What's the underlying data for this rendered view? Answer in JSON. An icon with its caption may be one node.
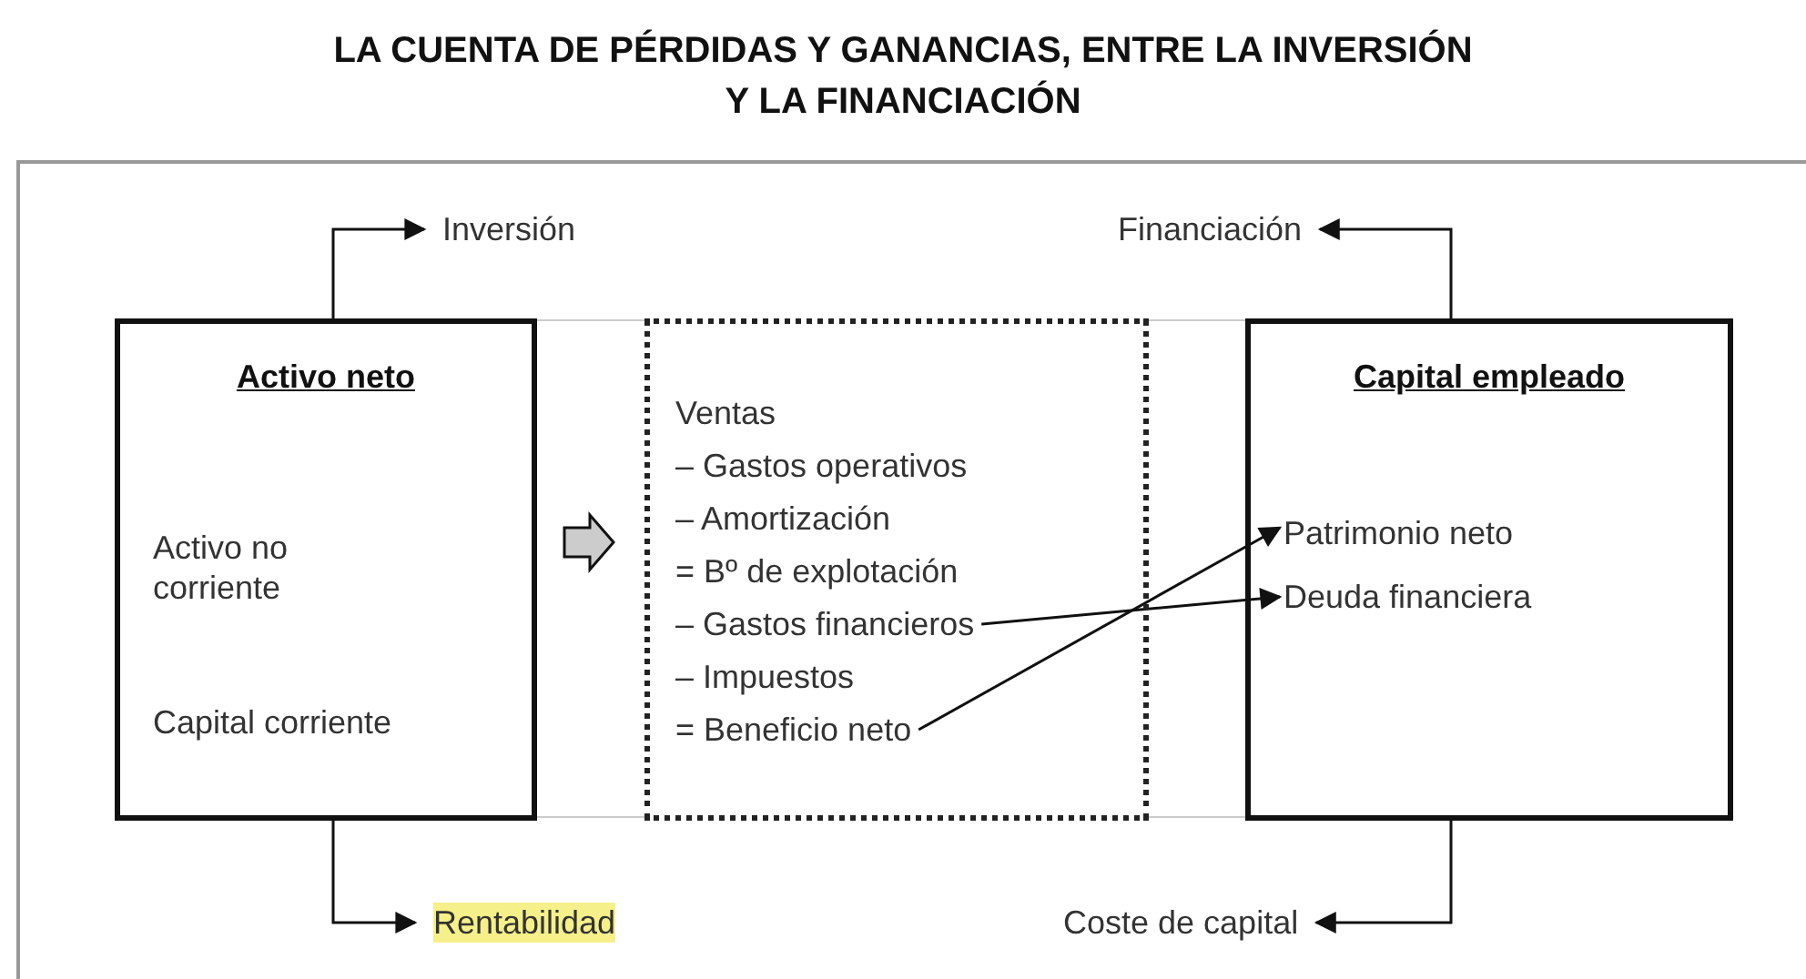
{
  "diagram": {
    "title": "LA CUENTA DE PÉRDIDAS Y GANANCIAS, ENTRE LA INVERSIÓN Y LA FINANCIACIÓN",
    "nodes": [
      {
        "text": [
          "Activo neto",
          "Activo no corriente",
          "Capital corriente"
        ]
      },
      {
        "text": [],
        "shape": "box"
      },
      {
        "text": [
          "Ventas"
        ],
        "in": 1
      },
      {
        "text": [
          "– Gastos operativos"
        ],
        "in": 1
      },
      {
        "text": [
          "– Amortización"
        ],
        "in": 1
      },
      {
        "text": [
          "= Bº de explotación"
        ],
        "in": 1
      },
      {
        "text": [
          "– Gastos financieros"
        ],
        "in": 1
      },
      {
        "text": [
          "– Impuestos"
        ],
        "in": 1
      },
      {
        "text": [
          "= Beneficio neto"
        ],
        "in": 1
      },
      {
        "text": [
          "Capital empleado"
        ]
      },
      {
        "text": [
          "Patrimonio neto"
        ],
        "in": 9
      },
      {
        "text": [
          "Deuda financiera"
        ],
        "in": 9
      },
      {
        "text": [
          "Inversión"
        ]
      },
      {
        "text": [
          "Financiación"
        ]
      },
      {
        "text": [
          "Rentabilidad"
        ]
      },
      {
        "text": [
          "Coste de capital"
        ]
      }
    ],
    "edges": [
      {
        "from": 0,
        "to": 12,
        "arrow": "to"
      },
      {
        "from": 9,
        "to": 13,
        "arrow": "to"
      },
      {
        "from": 0,
        "to": 14,
        "arrow": "to"
      },
      {
        "from": 9,
        "to": 15,
        "arrow": "to"
      },
      {
        "from": 0,
        "to": 1,
        "arrow": "to",
        "style": "thick"
      },
      {
        "from": 6,
        "to": 11,
        "arrow": "to"
      },
      {
        "from": 8,
        "to": 10,
        "arrow": "to"
      }
    ]
  }
}
